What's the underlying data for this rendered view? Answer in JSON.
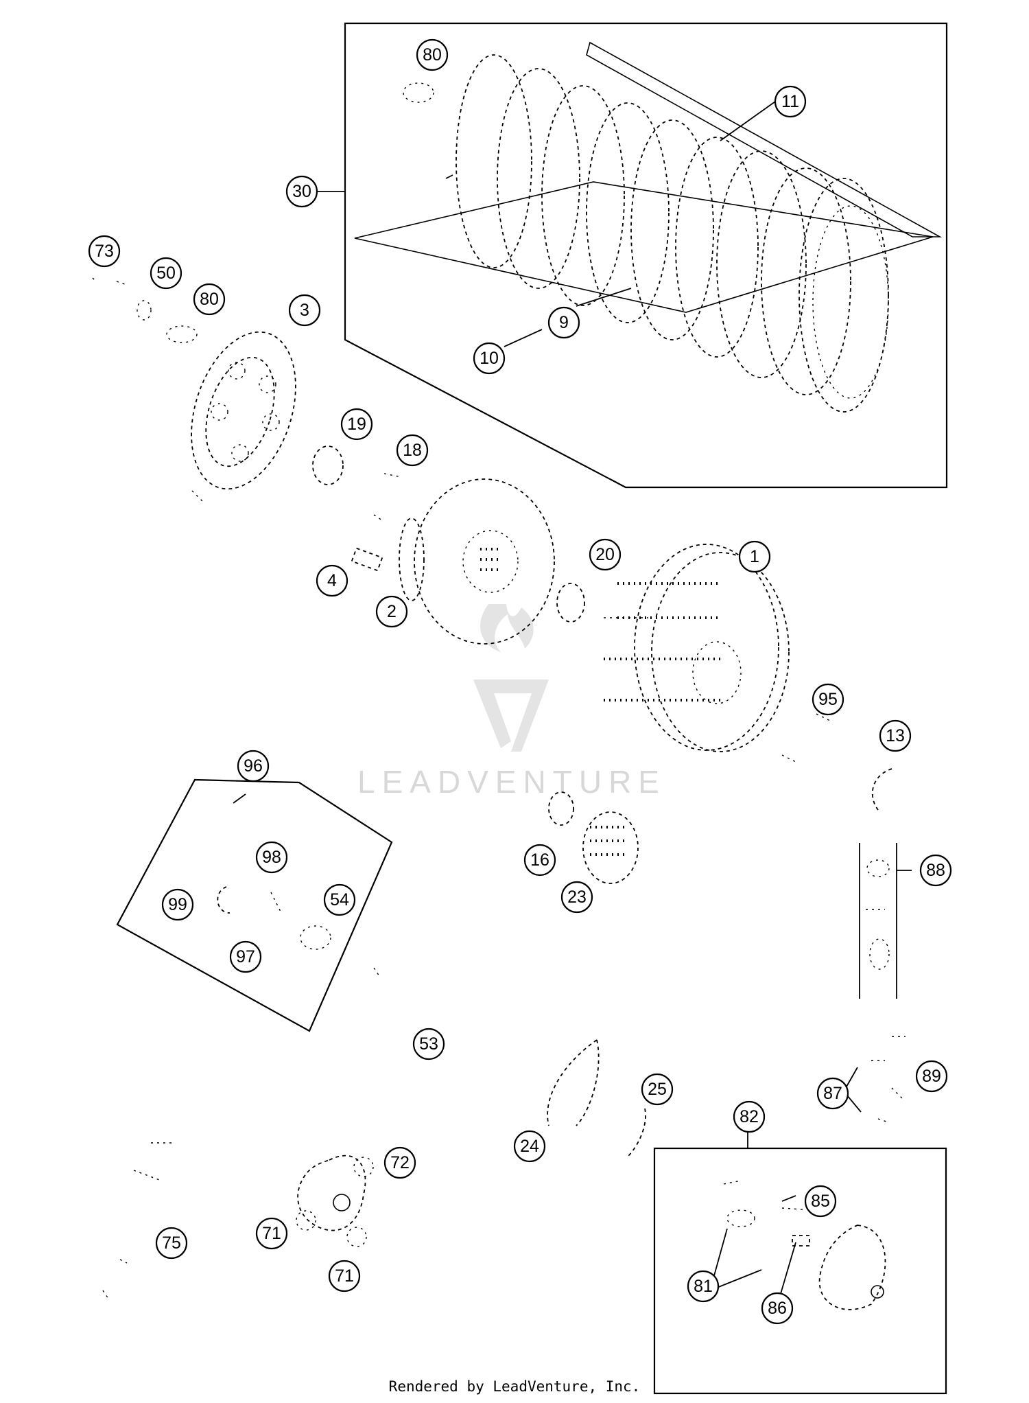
{
  "callouts": [
    "80",
    "11",
    "30",
    "9",
    "10",
    "73",
    "50",
    "80",
    "3",
    "19",
    "18",
    "4",
    "2",
    "20",
    "1",
    "95",
    "13",
    "96",
    "98",
    "99",
    "54",
    "97",
    "16",
    "23",
    "88",
    "53",
    "87",
    "89",
    "25",
    "24",
    "82",
    "72",
    "85",
    "71",
    "75",
    "71",
    "81",
    "86"
  ],
  "watermark": "LEADVENTURE",
  "footer": "Rendered by LeadVenture, Inc."
}
